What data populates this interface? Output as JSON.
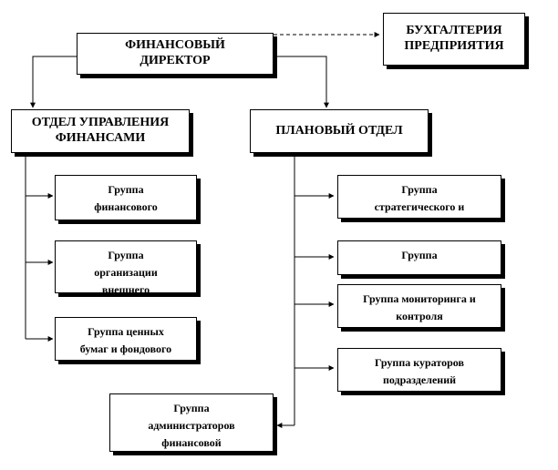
{
  "director": {
    "lines": [
      "ФИНАНСОВЫЙ",
      "ДИРЕКТОР"
    ]
  },
  "accounting": {
    "lines": [
      "БУХГАЛТЕРИЯ",
      "ПРЕДПРИЯТИЯ"
    ]
  },
  "finance_dept": {
    "lines": [
      "ОТДЕЛ УПРАВЛЕНИЯ",
      "ФИНАНСАМИ"
    ]
  },
  "planning_dept": {
    "lines": [
      "ПЛАНОВЫЙ ОТДЕЛ"
    ]
  },
  "finance_groups": [
    {
      "lines": [
        "Группа",
        "финансового"
      ]
    },
    {
      "lines": [
        "Группа",
        "организации",
        "внешнего"
      ]
    },
    {
      "lines": [
        "Группа ценных",
        "бумаг и фондового"
      ]
    }
  ],
  "planning_groups": [
    {
      "lines": [
        "Группа",
        "стратегического и"
      ]
    },
    {
      "lines": [
        "Группа"
      ]
    },
    {
      "lines": [
        "Группа мониторинга и",
        "контроля"
      ]
    },
    {
      "lines": [
        "Группа кураторов",
        "подразделений"
      ]
    }
  ],
  "admin_group": {
    "lines": [
      "Группа",
      "администраторов",
      "финансовой"
    ]
  }
}
